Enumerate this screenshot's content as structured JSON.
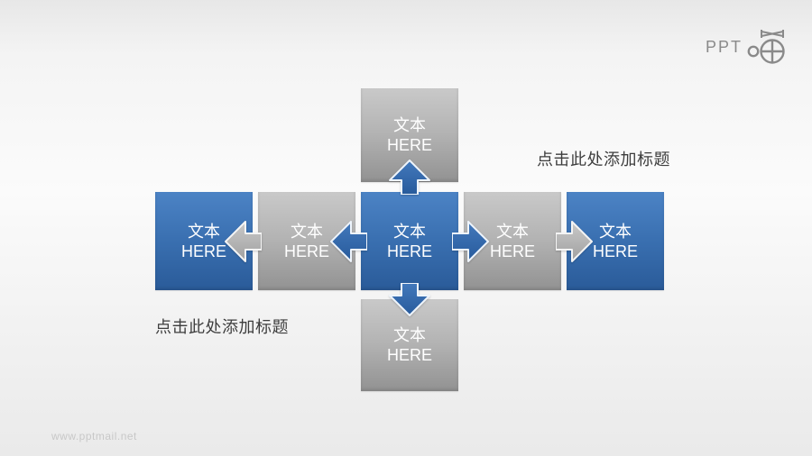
{
  "logo": {
    "text": "PPT",
    "icon": "compass-bomb-icon"
  },
  "captions": {
    "right": "点击此处添加标题",
    "left": "点击此处添加标题"
  },
  "watermark": "www.pptmail.net",
  "boxes": [
    {
      "id": "top",
      "variant": "gray",
      "line1": "文本",
      "line2": "HERE"
    },
    {
      "id": "far-left",
      "variant": "blue",
      "line1": "文本",
      "line2": "HERE"
    },
    {
      "id": "left",
      "variant": "gray",
      "line1": "文本",
      "line2": "HERE"
    },
    {
      "id": "center",
      "variant": "blue",
      "line1": "文本",
      "line2": "HERE"
    },
    {
      "id": "right",
      "variant": "gray",
      "line1": "文本",
      "line2": "HERE"
    },
    {
      "id": "far-right",
      "variant": "blue",
      "line1": "文本",
      "line2": "HERE"
    },
    {
      "id": "bottom",
      "variant": "gray",
      "line1": "文本",
      "line2": "HERE"
    }
  ],
  "arrows": [
    {
      "direction": "up",
      "color": "blue"
    },
    {
      "direction": "down",
      "color": "blue"
    },
    {
      "direction": "left",
      "color": "blue"
    },
    {
      "direction": "right",
      "color": "blue"
    },
    {
      "direction": "left",
      "color": "gray"
    },
    {
      "direction": "right",
      "color": "gray"
    }
  ],
  "colors": {
    "blue_light": "#4c83c5",
    "blue_mid": "#3a70b1",
    "blue_dark": "#2a5b99",
    "gray_light": "#c9c9c9",
    "gray_mid": "#b3b3b3",
    "gray_dark": "#929292",
    "arrow_blue_light": "#4379bc",
    "arrow_blue_dark": "#275a9b",
    "arrow_gray_light": "#c9c9c9",
    "arrow_gray_dark": "#a0a0a0",
    "caption_text": "#3d3d3d",
    "watermark_text": "#c8c8c8",
    "logo_gray": "#8a8a8a"
  }
}
